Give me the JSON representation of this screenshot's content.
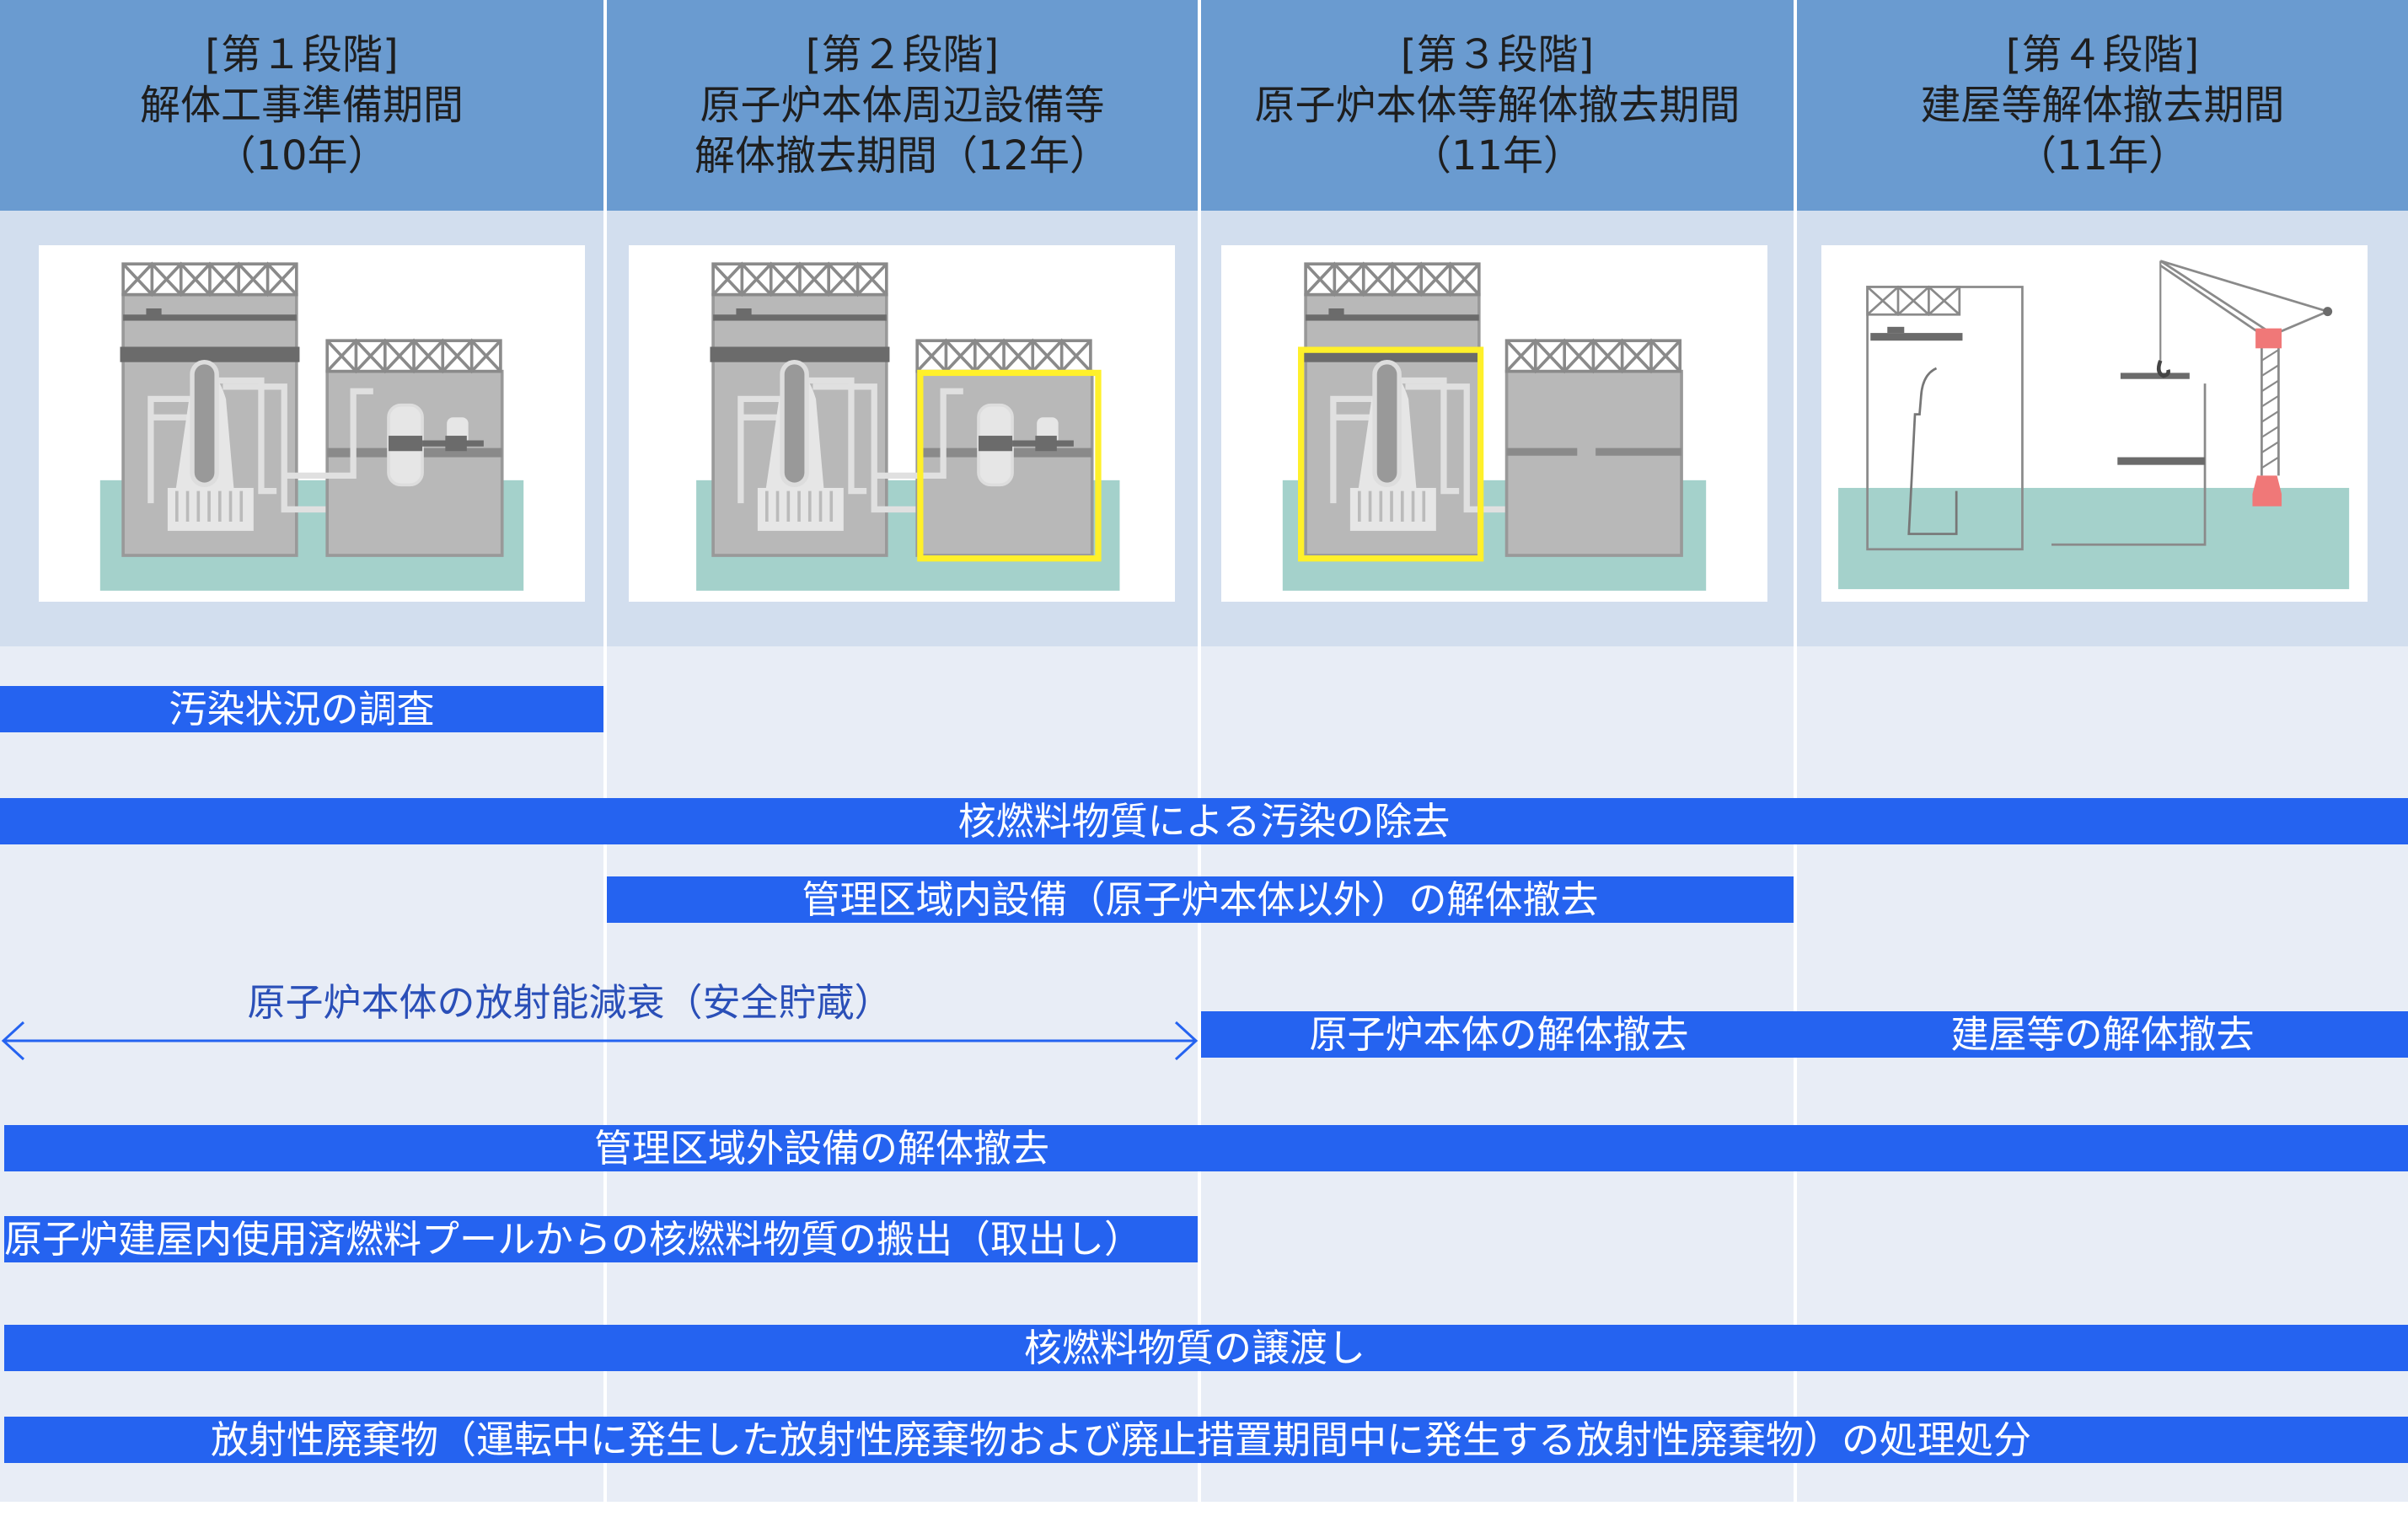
{
  "phases": [
    {
      "stage": "[第１段階]",
      "title": "解体工事準備期間",
      "period": "（10年）"
    },
    {
      "stage": "[第２段階]",
      "title": "原子炉本体周辺設備等",
      "period": "解体撤去期間（12年）"
    },
    {
      "stage": "[第３段階]",
      "title": "原子炉本体等解体撤去期間",
      "period": "（11年）"
    },
    {
      "stage": "[第４段階]",
      "title": "建屋等解体撤去期間",
      "period": "（11年）"
    }
  ],
  "tasks": {
    "survey": "汚染状況の調査",
    "decontamination": "核燃料物質による汚染の除去",
    "controlled_area_equipment": "管理区域内設備（原子炉本体以外）の解体撤去",
    "safe_storage": "原子炉本体の放射能減衰（安全貯蔵）",
    "reactor_dismantling": "原子炉本体の解体撤去",
    "building_dismantling": "建屋等の解体撤去",
    "non_controlled_area_equipment": "管理区域外設備の解体撤去",
    "spent_fuel_removal": "原子炉建屋内使用済燃料プールからの核燃料物質の搬出（取出し）",
    "fuel_transfer": "核燃料物質の譲渡し",
    "waste_disposal": "放射性廃棄物（運転中に発生した放射性廃棄物および廃止措置期間中に発生する放射性廃棄物）の処理処分"
  },
  "colors": {
    "header": "#6a9bd0",
    "bar": "#2563f0",
    "highlight": "#fff02a",
    "ground": "#a4d1cb",
    "crane": "#f07878"
  }
}
